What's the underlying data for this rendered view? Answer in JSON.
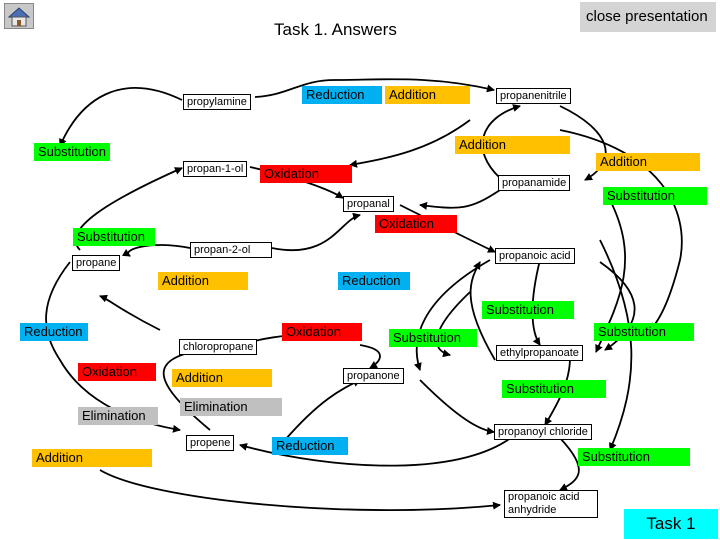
{
  "header": {
    "title": "Task 1. Answers",
    "close_label": "close presentation",
    "task_button_label": "Task 1"
  },
  "icons": {
    "home": "home-icon"
  },
  "colors": {
    "addition": "#ffc000",
    "substitution": "#00ff00",
    "reduction": "#00b0f0",
    "oxidation": "#ff0000",
    "elimination": "#c0c0c0",
    "task_button": "#00ffff"
  },
  "compounds": {
    "propylamine": "propylamine",
    "propanenitrile": "propanenitrile",
    "propan_1_ol": "propan-1-ol",
    "propanamide": "propanamide",
    "propanal": "propanal",
    "propan_2_ol": "propan-2-ol",
    "propane": "propane",
    "propanoic_acid": "propanoic acid",
    "chloropropane": "chloropropane",
    "ethylpropanoate": "ethylpropanoate",
    "propanone": "propanone",
    "propanoyl_chloride": "propanoyl chloride",
    "propene": "propene",
    "propanoic_anhydride": "propanoic acid anhydride"
  },
  "reactions": {
    "reduction_top": "Reduction",
    "addition_top": "Addition",
    "substitution_left": "Substitution",
    "addition_mid": "Addition",
    "addition_right": "Addition",
    "oxidation_1": "Oxidation",
    "substitution_right_1": "Substitution",
    "oxidation_2": "Oxidation",
    "substitution_left_2": "Substitution",
    "addition_left": "Addition",
    "reduction_mid": "Reduction",
    "substitution_mid": "Substitution",
    "reduction_left": "Reduction",
    "oxidation_3": "Oxidation",
    "substitution_center": "Substitution",
    "substitution_right_2": "Substitution",
    "oxidation_4": "Oxidation",
    "addition_center": "Addition",
    "substitution_right_3": "Substitution",
    "elimination_left": "Elimination",
    "elimination_center": "Elimination",
    "addition_bottom": "Addition",
    "reduction_bottom": "Reduction",
    "substitution_bottom": "Substitution"
  }
}
